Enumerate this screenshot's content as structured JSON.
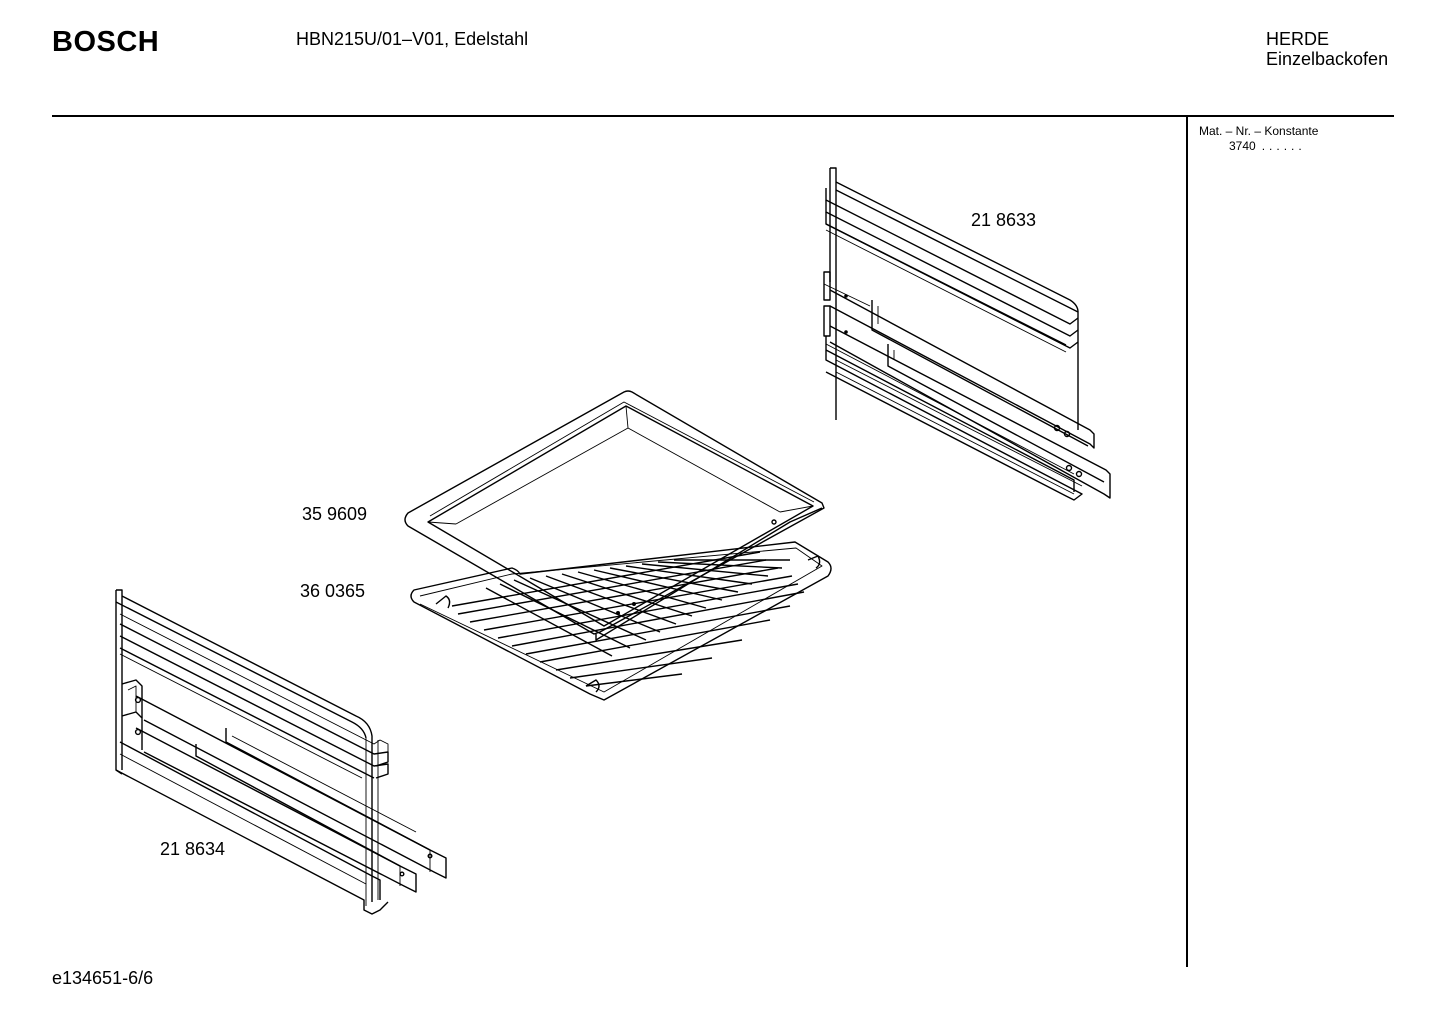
{
  "header": {
    "brand": "BOSCH",
    "model": "HBN215U/01–V01, Edelstahl",
    "category_line1": "HERDE",
    "category_line2": "Einzelbackofen"
  },
  "sidebar": {
    "label": "Mat. – Nr. – Konstante",
    "value": "3740",
    "dots": "......"
  },
  "parts": {
    "rail_right": "21 8633",
    "baking_tray": "35 9609",
    "wire_rack": "36 0365",
    "rail_left": "21 8634"
  },
  "footer": {
    "document_id": "e134651-6/6"
  }
}
